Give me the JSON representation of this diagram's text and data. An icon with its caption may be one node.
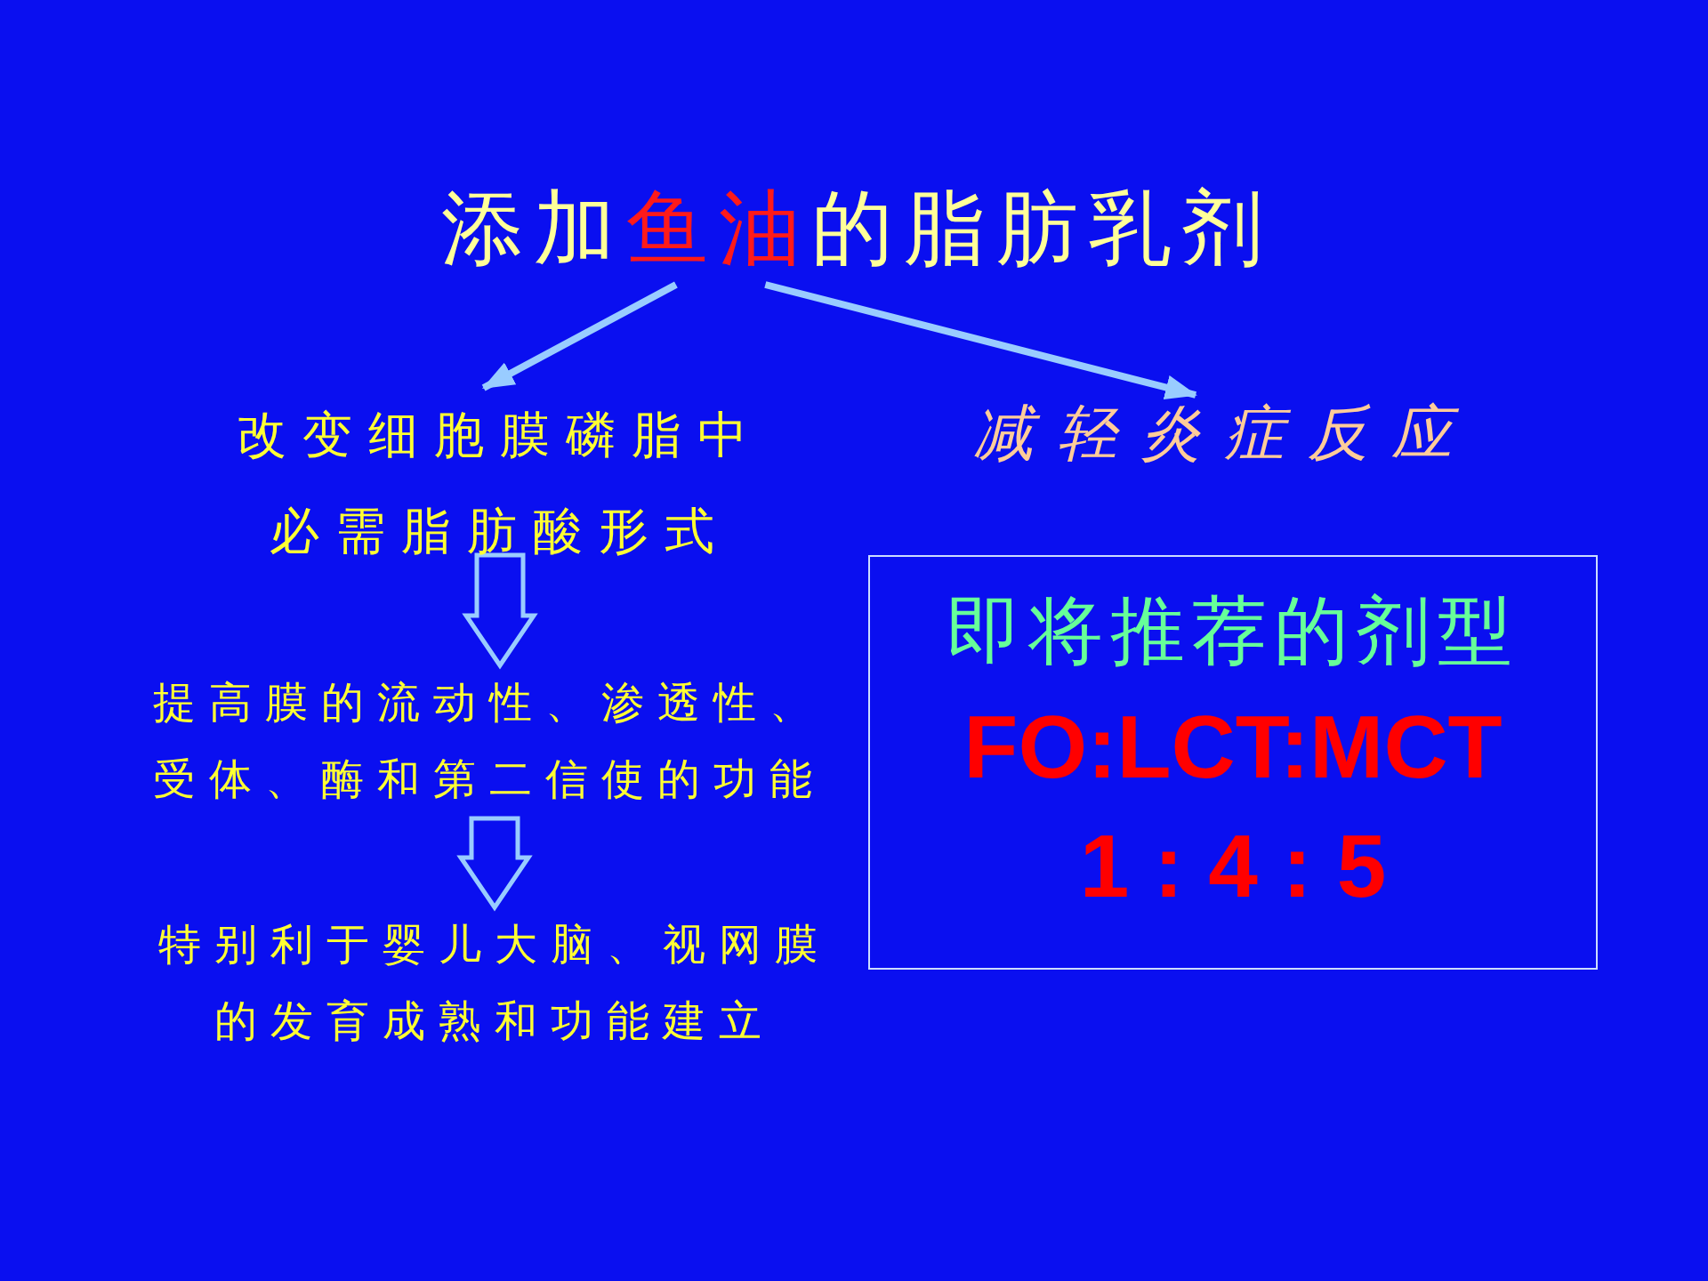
{
  "diagram": {
    "nodes": [
      {
        "text": [
          "添加**鱼油**的脂肪乳剂"
        ]
      },
      {
        "text": [
          "改变细胞膜磷脂中必需脂肪酸形式"
        ]
      },
      {
        "text": [
          "减轻炎症反应"
        ]
      },
      {
        "text": [
          "提高膜的流动性、渗透性、受体、酶和第二信使的功能"
        ]
      },
      {
        "text": [
          "特别利于婴儿大脑、视网膜的发育成熟和功能建立"
        ]
      },
      {
        "text": [
          "即将推荐的剂型",
          "FO:LCT:MCT",
          "1 : 4 : 5"
        ]
      }
    ],
    "edges": [
      {
        "from": 0,
        "to": 1,
        "arrow": "to"
      },
      {
        "from": 0,
        "to": 2,
        "arrow": "to"
      },
      {
        "from": 1,
        "to": 3,
        "arrow": "to",
        "style": "thick"
      },
      {
        "from": 3,
        "to": 4,
        "arrow": "to",
        "style": "thick"
      }
    ]
  }
}
